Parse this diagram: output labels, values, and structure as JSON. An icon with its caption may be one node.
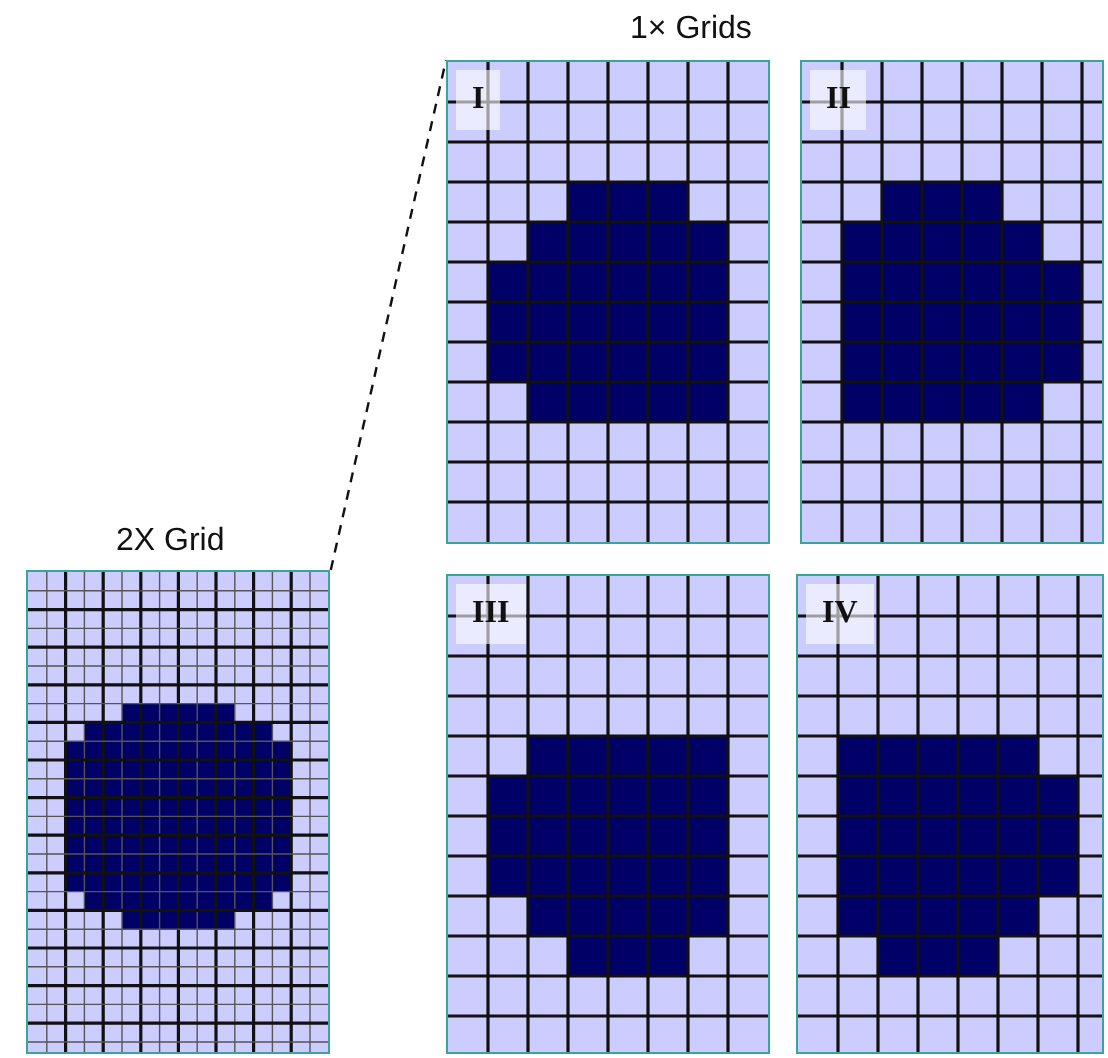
{
  "diagram": {
    "nodes": [
      {
        "text": [
          "1× Grids"
        ]
      },
      {
        "text": [
          "I"
        ],
        "in": 0
      },
      {
        "text": [
          "II"
        ],
        "in": 0
      },
      {
        "text": [
          "III"
        ],
        "in": 0
      },
      {
        "text": [
          "IV"
        ],
        "in": 0
      },
      {
        "text": [
          "2X Grid"
        ]
      }
    ],
    "edges": [
      {
        "from": 5,
        "to": 1,
        "arrow": "none",
        "style": "dashed"
      }
    ]
  }
}
